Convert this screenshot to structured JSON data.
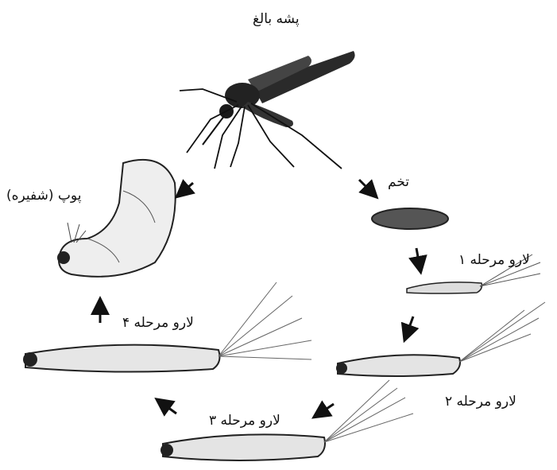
{
  "stages": {
    "adult": "پشه بالغ",
    "egg": "تخم",
    "larva1": "لارو مرحله ۱",
    "larva2": "لارو مرحله ۲",
    "larva3": "لارو مرحله ۳",
    "larva4": "لارو مرحله ۴",
    "pupa": "پوپ (شفیره)"
  }
}
